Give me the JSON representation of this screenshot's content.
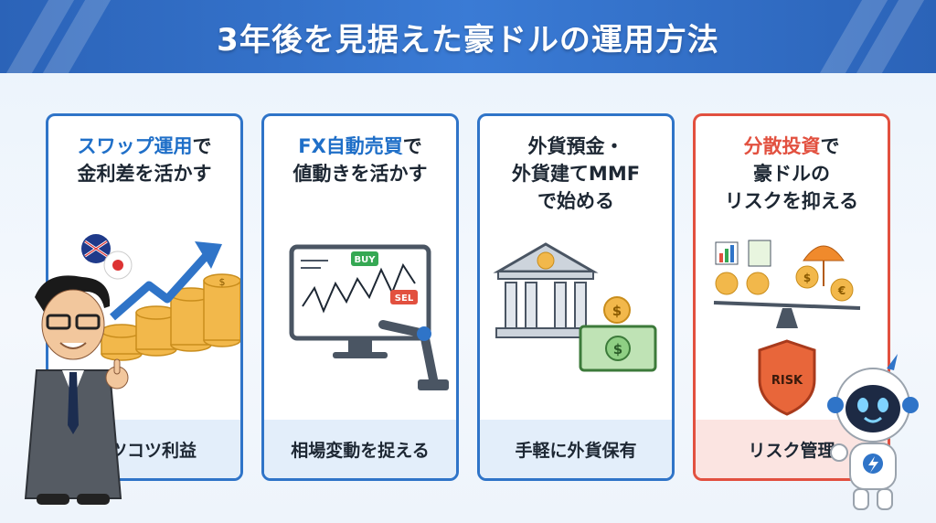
{
  "title": "3年後を見据えた豪ドルの運用方法",
  "cards": [
    {
      "head_highlight": "スワップ運用",
      "head_rest1": "で",
      "head_line2": "金利差を活かす",
      "footer": "コツコツ利益"
    },
    {
      "head_highlight": "FX自動売買",
      "head_rest1": "で",
      "head_line2": "値動きを活かす",
      "footer": "相場変動を捉える",
      "buy_label": "BUY",
      "sell_label": "SEL"
    },
    {
      "head_line1": "外貨預金・",
      "head_line2": "外貨建てMMF",
      "head_line3": "で始める",
      "footer": "手軽に外貨保有"
    },
    {
      "head_highlight": "分散投資",
      "head_rest1": "で",
      "head_line2": "豪ドルの",
      "head_line3": "リスクを抑える",
      "footer": "リスク管理",
      "shield_label": "RISK"
    }
  ],
  "colors": {
    "banner": "#2b63b8",
    "accent_blue": "#1f6fc8",
    "accent_red": "#e2503f",
    "gold": "#f2b84b"
  }
}
